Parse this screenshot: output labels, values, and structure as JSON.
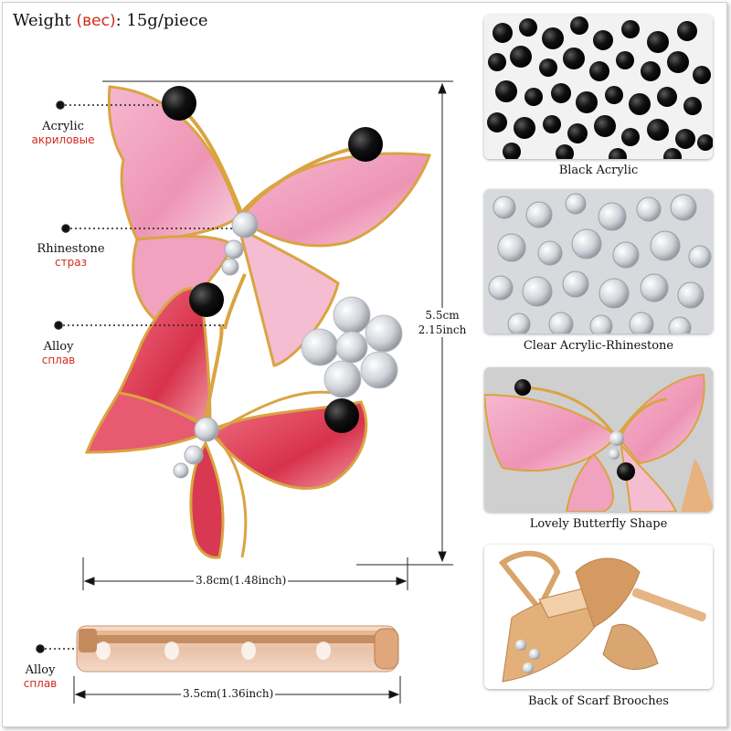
{
  "weight": {
    "label": "Weight ",
    "ru": "(вес)",
    "value": ": 15g/piece"
  },
  "callouts": {
    "acrylic": {
      "en": "Acrylic",
      "ru": "акриловые"
    },
    "rhinestone": {
      "en": "Rhinestone",
      "ru": "страз"
    },
    "alloy_top": {
      "en": "Alloy",
      "ru": "сплав"
    },
    "alloy_bottom": {
      "en": "Alloy",
      "ru": "сплав"
    }
  },
  "dimensions": {
    "height_cm": "5.5cm",
    "height_inch": "2.15inch",
    "width": "3.8cm(1.48inch)",
    "pin_width": "3.5cm(1.36inch)"
  },
  "thumbnails": [
    {
      "caption": "Black Acrylic"
    },
    {
      "caption": "Clear Acrylic-Rhinestone"
    },
    {
      "caption": "Lovely Butterfly Shape"
    },
    {
      "caption": "Back of Scarf Brooches"
    }
  ],
  "colors": {
    "accent_red": "#d22a1e",
    "pink": "#f3a9c4",
    "coral": "#e0485e",
    "gold": "#d9a441"
  }
}
